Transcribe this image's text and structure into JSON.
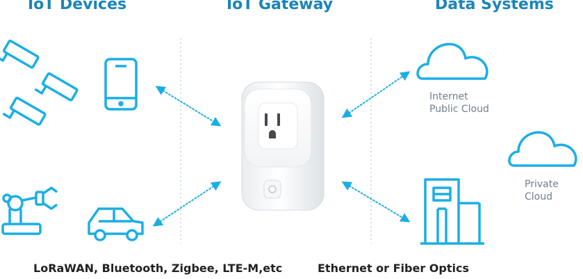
{
  "headings": {
    "devices": "IoT Devices",
    "gateway": "IoT Gateway",
    "systems": "Data Systems"
  },
  "cloud_labels": {
    "internet_line1": "Internet",
    "internet_line2": "Public Cloud",
    "private_line1": "Private",
    "private_line2": "Cloud"
  },
  "footers": {
    "devices_protocols": "LoRaWAN, Bluetooth, Zigbee, LTE-M,etc",
    "systems_link": "Ethernet or Fiber Optics"
  },
  "colors": {
    "heading": "#1b85b8",
    "icon": "#1aaee6",
    "divider": "#b9d5e3",
    "caption": "#6f7f8a",
    "footer": "#222222"
  },
  "icons": [
    "security-camera-icon",
    "smartphone-icon",
    "robotic-arm-icon",
    "car-icon",
    "smart-plug-gateway",
    "cloud-icon",
    "office-building-icon"
  ]
}
